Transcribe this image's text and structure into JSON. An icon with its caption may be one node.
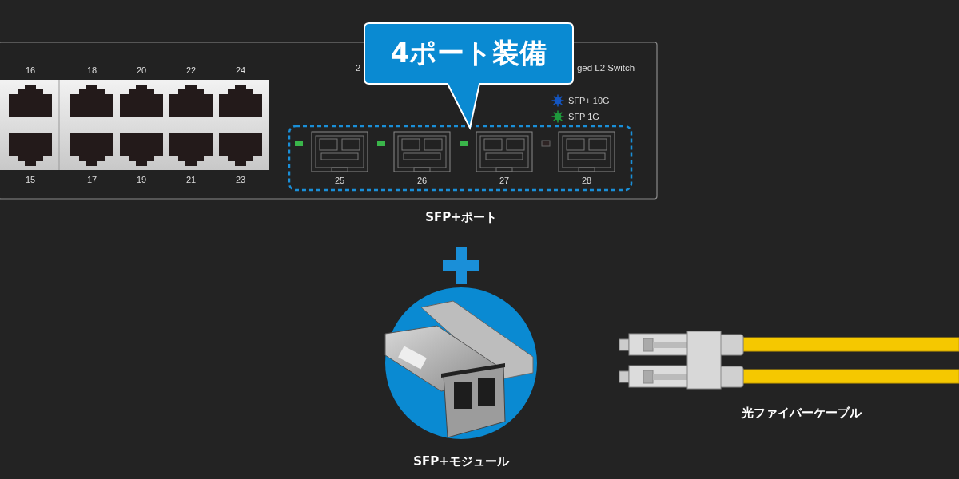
{
  "diagram": {
    "nodes": [
      {
        "text": [
          "4ポート装備"
        ]
      }
    ],
    "labels": [
      "16",
      "18",
      "20",
      "22",
      "24",
      "2",
      "ged L2 Switch",
      "15",
      "17",
      "19",
      "21",
      "23",
      "25",
      "26",
      "27",
      "28",
      "SFP+ポート",
      "SFP+モジュール",
      "光ファイバーケーブル"
    ],
    "legend": [
      {
        "text": "SFP+ 10G"
      },
      {
        "text": "SFP 1G"
      }
    ]
  }
}
